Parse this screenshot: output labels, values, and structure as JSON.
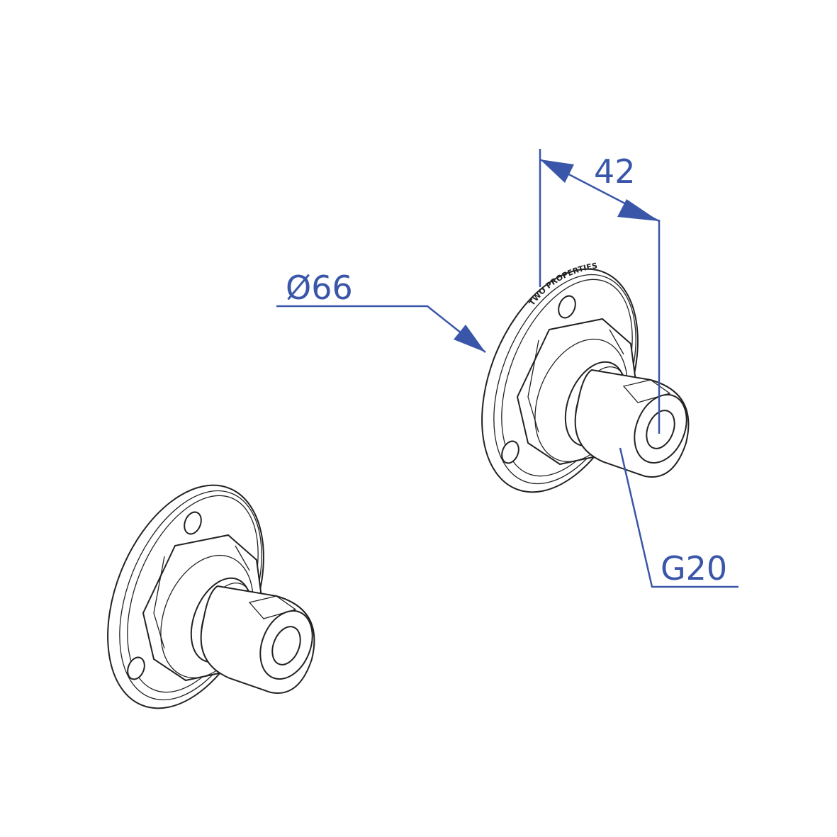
{
  "drawing": {
    "dimensions": {
      "length": "42",
      "flange_diameter": "Ø66",
      "thread": "G20"
    },
    "engraving": "TWO PROPERTIES",
    "colors": {
      "dimension": "#3a56a8",
      "outline": "#222222"
    }
  }
}
